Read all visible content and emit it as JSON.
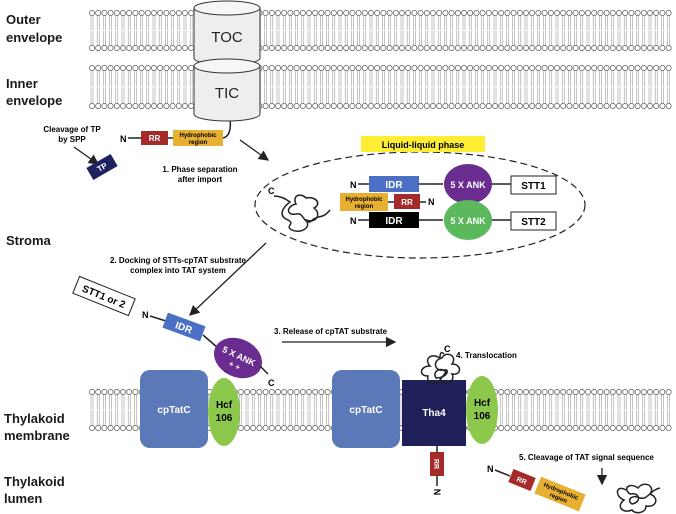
{
  "regions": {
    "outer_envelope": [
      "Outer",
      "envelope"
    ],
    "inner_envelope": [
      "Inner",
      "envelope"
    ],
    "stroma": "Stroma",
    "thylakoid_membrane": [
      "Thylakoid",
      "membrane"
    ],
    "thylakoid_lumen": [
      "Thylakoid",
      "lumen"
    ]
  },
  "complexes": {
    "toc": "TOC",
    "tic": "TIC",
    "cptatc": "cpTatC",
    "tha4": "Tha4",
    "hcf106": [
      "Hcf",
      "106"
    ]
  },
  "cleavage_tp": [
    "Cleavage of TP",
    "by SPP"
  ],
  "tp": "TP",
  "n_term": "N",
  "c_term": "C",
  "rr": "RR",
  "hydrophobic": [
    "Hydrophobic",
    "region"
  ],
  "llps_label": "Liquid-liquid phase",
  "idr": "IDR",
  "ank": "5 X ANK",
  "stt1": "STT1",
  "stt2": "STT2",
  "stt1_or_2": "STT1 or 2",
  "charges": "+ +",
  "minus": "-",
  "steps": {
    "s1": [
      "1. Phase separation",
      "after import"
    ],
    "s2": [
      "2. Docking of STTs-cpTAT substrate",
      "complex into TAT system"
    ],
    "s3": "3. Release of cpTAT substrate",
    "s4": "4. Translocation",
    "s5": "5. Cleavage of TAT signal sequence"
  },
  "colors": {
    "rr": "#a52a2a",
    "hydrophobic": "#e8b030",
    "idr": "#4a6fc4",
    "ank": "#6a2c8f",
    "stt2_ank": "#5cb85c",
    "hcf106": "#8cc84b",
    "cptatc": "#5b78b8",
    "tha4": "#1f1f5a",
    "llps": "#ffee33",
    "tp": "#1f2060"
  }
}
